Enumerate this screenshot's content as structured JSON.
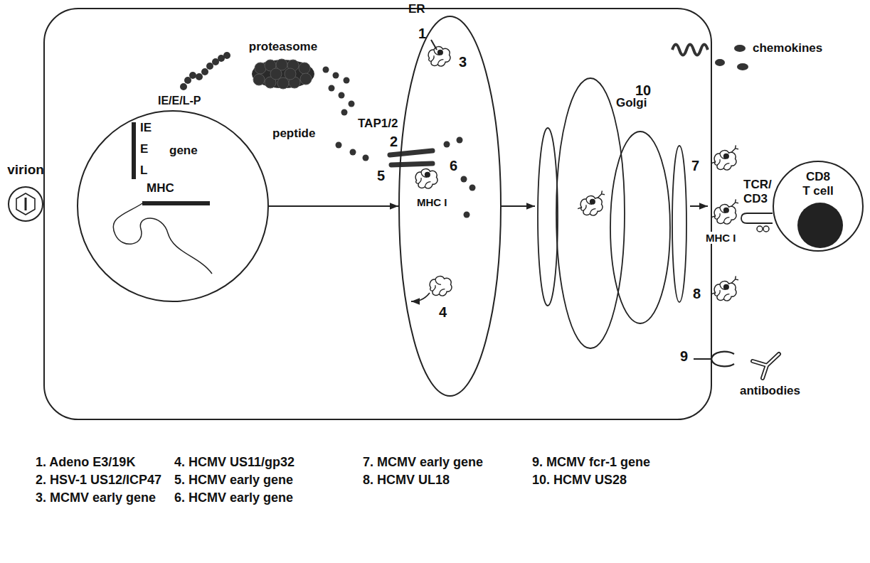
{
  "diagram": {
    "nodes": [
      {
        "text": [
          "virion"
        ]
      },
      {
        "text": [
          "IE",
          "E",
          "L",
          "gene",
          "MHC"
        ]
      },
      {
        "text": [
          "proteasome"
        ]
      },
      {
        "text": [
          "ER"
        ]
      },
      {
        "text": [
          "Golgi"
        ]
      },
      {
        "text": [
          "CD8 T cell"
        ]
      }
    ],
    "edges": [
      {
        "from": 1,
        "to": 3,
        "arrow": "to"
      },
      {
        "from": 3,
        "to": 4,
        "arrow": "to"
      }
    ],
    "labels": [
      "IE/E/L-P",
      "peptide",
      "TAP1/2",
      "1",
      "3",
      "2",
      "5",
      "6",
      "MHC I",
      "4",
      "10",
      "chemokines",
      "7",
      "TCR/ CD3",
      "MHC I",
      "8",
      "9",
      "antibodies",
      "1. Adeno E3/19K",
      "2. HSV-1 US12/ICP47",
      "3. MCMV early gene",
      "4. HCMV US11/gp32",
      "5. HCMV early gene",
      "6. HCMV early gene",
      "7. MCMV early gene",
      "8. HCMV UL18",
      "9. MCMV fcr-1 gene",
      "10. HCMV US28"
    ]
  }
}
